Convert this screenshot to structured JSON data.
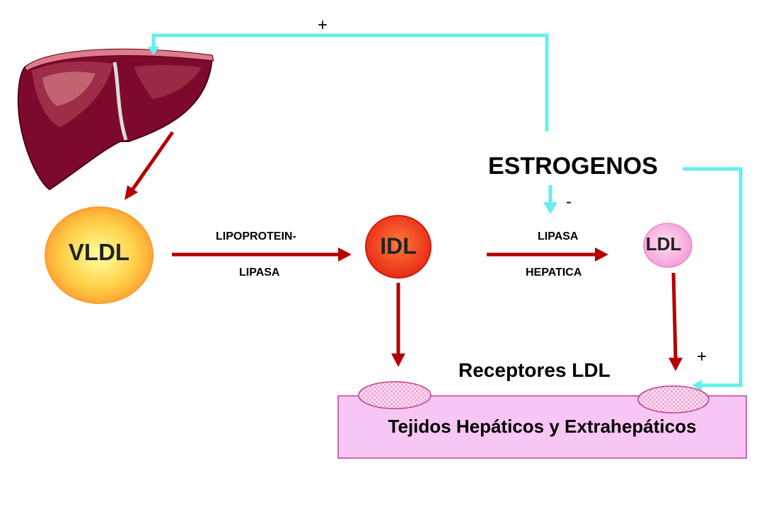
{
  "colors": {
    "feedback_arrow": "#66eeee",
    "flow_arrow": "#b30000",
    "vldl": "#ffb13b",
    "idl": "#f0401c",
    "ldl": "#f7a8d8",
    "tissue_fill": "#f7c6f4",
    "tissue_border": "#c2408a",
    "liver": "#7d0a2c"
  },
  "icons": {
    "liver": "liver-illustration",
    "receptor": "receptor-ellipse"
  },
  "nodes": {
    "vldl": "VLDL",
    "idl": "IDL",
    "ldl": "LDL"
  },
  "enzymes": {
    "lpl_line1": "LIPOPROTEIN-",
    "lpl_line2": "LIPASA",
    "hl_line1": "LIPASA",
    "hl_line2": "HEPATICA"
  },
  "estrogen_label": "ESTROGENOS",
  "signs": {
    "top_plus": "+",
    "minus": "-",
    "receptor_plus": "+"
  },
  "receptors_label": "Receptores LDL",
  "tissue_label": "Tejidos Hepáticos y Extrahepáticos"
}
